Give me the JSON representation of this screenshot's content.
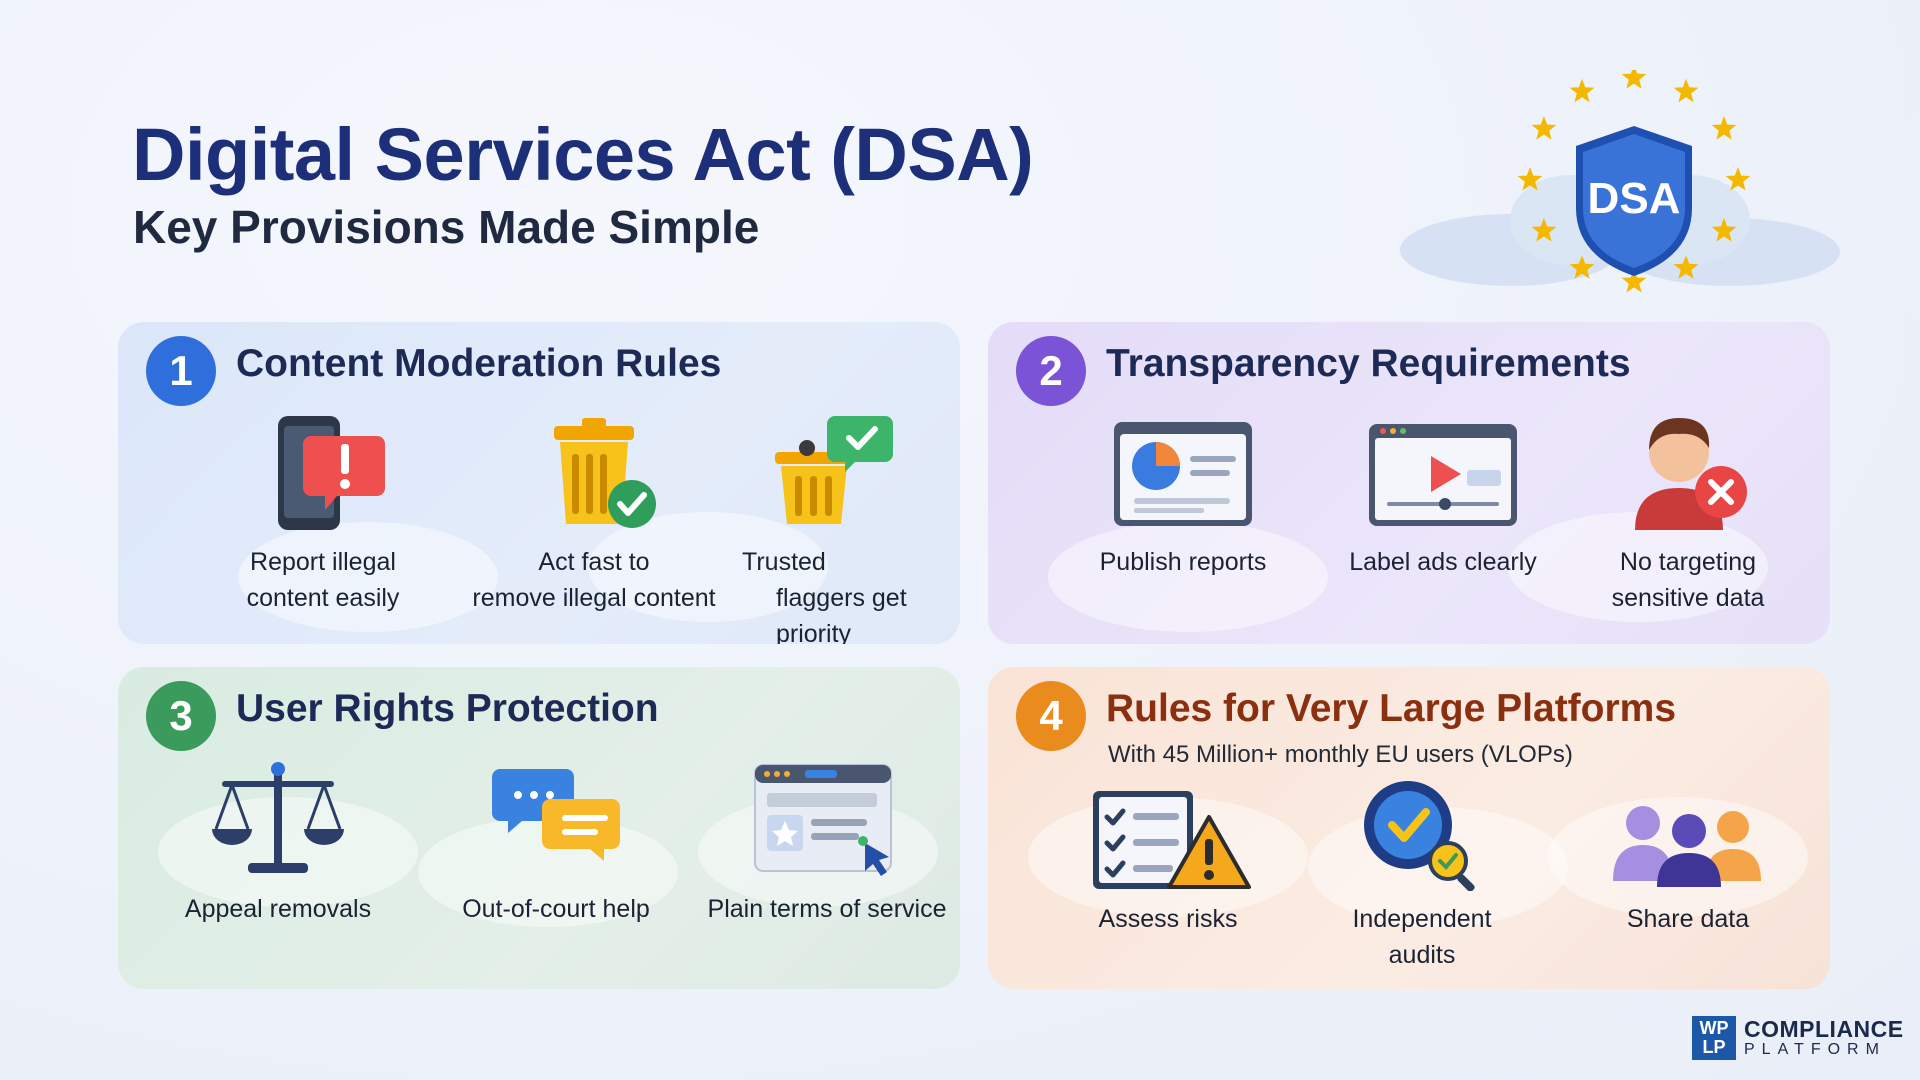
{
  "header": {
    "title": "Digital Services Act (DSA)",
    "subtitle": "Key Provisions Made Simple",
    "badge_text": "DSA"
  },
  "colors": {
    "title": "#1c2f78",
    "section1": "#2f6fdc",
    "section2": "#7b53d6",
    "section3": "#3a9b5c",
    "section4": "#ea8b1e",
    "star": "#f5b800",
    "shield": "#2f62c8"
  },
  "sections": [
    {
      "number": "1",
      "title": "Content Moderation Rules",
      "items": [
        {
          "icon": "phone-alert-icon",
          "label_lines": [
            "Report illegal",
            "content easily"
          ]
        },
        {
          "icon": "trash-check-icon",
          "label_lines": [
            "Act fast to",
            "remove illegal content"
          ]
        },
        {
          "icon": "trash-flag-icon",
          "label_lines": [
            "Trusted",
            "flaggers get",
            "priority"
          ]
        }
      ]
    },
    {
      "number": "2",
      "title": "Transparency Requirements",
      "items": [
        {
          "icon": "report-chart-icon",
          "label_lines": [
            "Publish reports"
          ]
        },
        {
          "icon": "video-ad-icon",
          "label_lines": [
            "Label ads clearly"
          ]
        },
        {
          "icon": "user-block-icon",
          "label_lines": [
            "No targeting",
            "sensitive data"
          ]
        }
      ]
    },
    {
      "number": "3",
      "title": "User Rights Protection",
      "items": [
        {
          "icon": "scales-icon",
          "label_lines": [
            "Appeal removals"
          ]
        },
        {
          "icon": "chat-bubbles-icon",
          "label_lines": [
            "Out-of-court help"
          ]
        },
        {
          "icon": "browser-terms-icon",
          "label_lines": [
            "Plain terms of service"
          ]
        }
      ]
    },
    {
      "number": "4",
      "title": "Rules for Very Large Platforms",
      "subtitle": "With 45 Million+ monthly EU users (VLOPs)",
      "items": [
        {
          "icon": "checklist-warning-icon",
          "label_lines": [
            "Assess risks"
          ]
        },
        {
          "icon": "magnifier-check-icon",
          "label_lines": [
            "Independent",
            "audits"
          ]
        },
        {
          "icon": "people-group-icon",
          "label_lines": [
            "Share data"
          ]
        }
      ]
    }
  ],
  "logo": {
    "mark_top": "WP",
    "mark_bottom": "LP",
    "main": "COMPLIANCE",
    "sub": "PLATFORM"
  }
}
